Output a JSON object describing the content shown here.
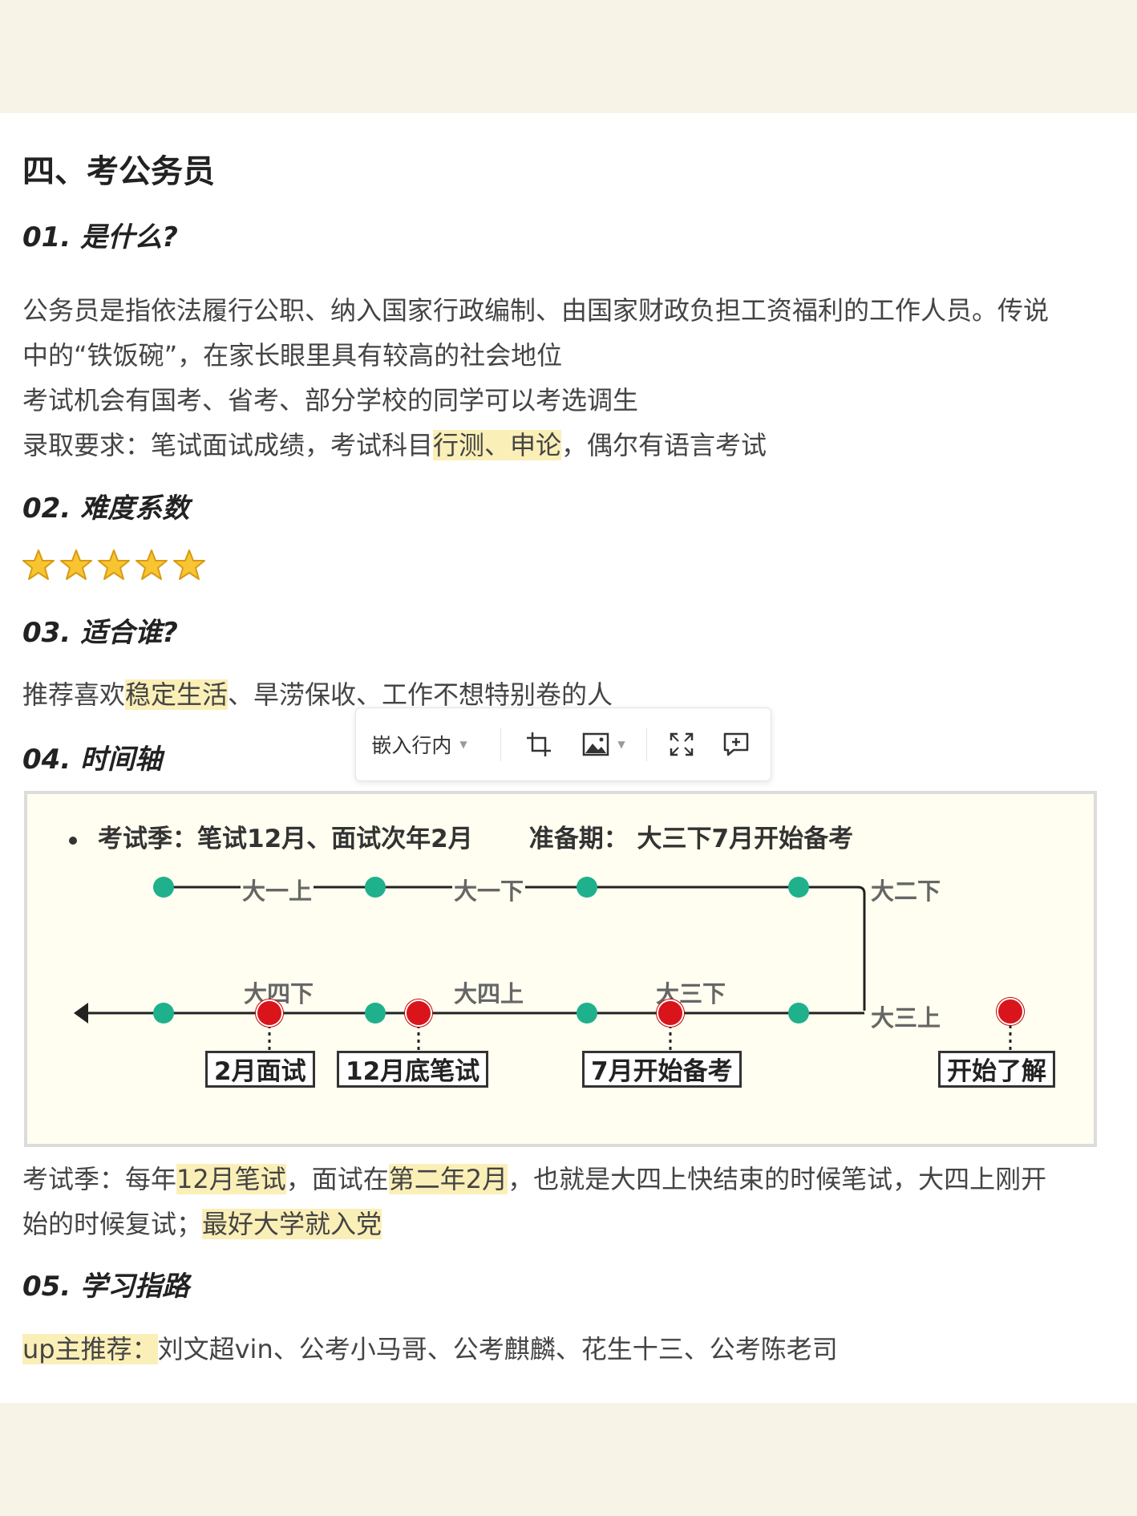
{
  "section_title": "四、考公务员",
  "s1": {
    "title": "01. 是什么?",
    "line1": "公务员是指依法履行公职、纳入国家行政编制、由国家财政负担工资福利的工作人员。传说",
    "line2": "中的“铁饭碗”，在家长眼里具有较高的社会地位",
    "line3": "考试机会有国考、省考、部分学校的同学可以考选调生",
    "line4_a": "录取要求：笔试面试成绩，考试科目",
    "line4_hl": "行测、申论",
    "line4_b": "，偶尔有语言考试"
  },
  "s2": {
    "title": "02. 难度系数",
    "stars_filled": 5,
    "stars_total": 5
  },
  "s3": {
    "title": "03. 适合谁?",
    "text_a": "推荐喜欢",
    "text_hl": "稳定生活",
    "text_b": "、旱涝保收、工作不想特别卷的人"
  },
  "s4": {
    "title": "04. 时间轴"
  },
  "toolbar": {
    "embed_label": "嵌入行内"
  },
  "timeline": {
    "head_a": "考试季：笔试12月、面试次年2月",
    "head_b": "准备期：  大三下7月开始备考",
    "top_labels": [
      "大一上",
      "大一下",
      "大二下"
    ],
    "bottom_top_labels": [
      "大四下",
      "大四上",
      "大三下"
    ],
    "right_label": "大三上",
    "boxes": [
      "2月面试",
      "12月底笔试",
      "7月开始备考",
      "开始了解"
    ],
    "colors": {
      "green": "#1fb08c",
      "red": "#d9151b"
    }
  },
  "caption": {
    "a": "考试季：每年",
    "hl1": "12月笔试",
    "b": "，面试在",
    "hl2": "第二年2月",
    "c": "，也就是大四上快结束的时候笔试，大四上刚开",
    "d": "始的时候复试；",
    "hl3": "最好大学就入党"
  },
  "s5": {
    "title": "05. 学习指路",
    "hl": "up主推荐：",
    "text": "刘文超vin、公考小马哥、公考麒麟、花生十三、公考陈老司"
  }
}
